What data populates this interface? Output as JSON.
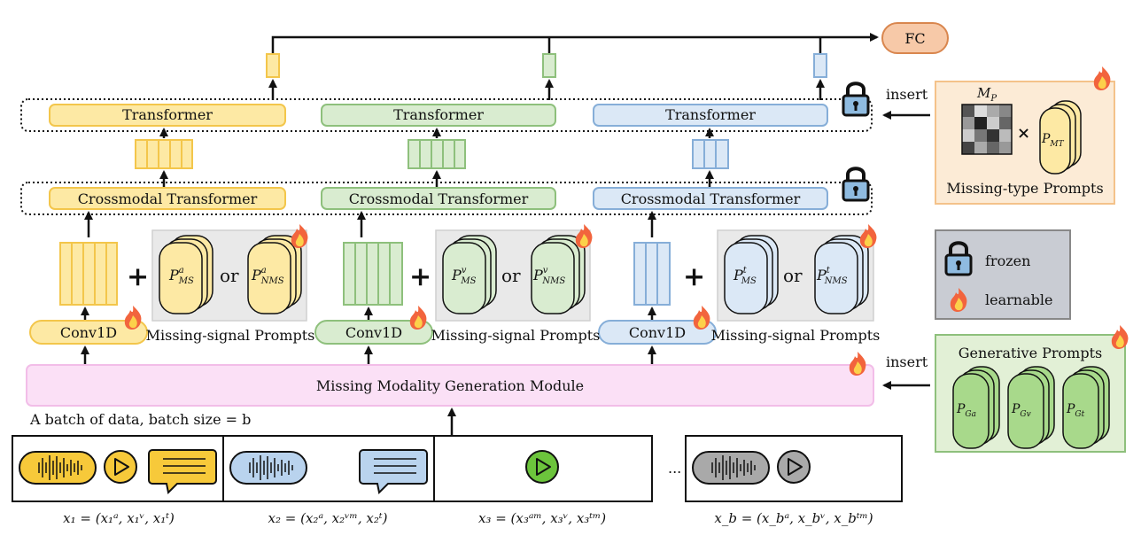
{
  "fc": {
    "label": "FC"
  },
  "transformers": [
    {
      "label": "Transformer"
    },
    {
      "label": "Transformer"
    },
    {
      "label": "Transformer"
    }
  ],
  "crossmodal": [
    {
      "label": "Crossmodal Transformer"
    },
    {
      "label": "Crossmodal Transformer"
    },
    {
      "label": "Crossmodal Transformer"
    }
  ],
  "conv": [
    {
      "label": "Conv1D"
    },
    {
      "label": "Conv1D"
    },
    {
      "label": "Conv1D"
    }
  ],
  "missing_signal": {
    "caption": "Missing-signal Prompts",
    "or_label": "or",
    "groups": [
      {
        "ms_base": "P",
        "ms_sup": "a",
        "ms_sub": "MS",
        "nms_base": "P",
        "nms_sup": "a",
        "nms_sub": "NMS"
      },
      {
        "ms_base": "P",
        "ms_sup": "v",
        "ms_sub": "MS",
        "nms_base": "P",
        "nms_sup": "v",
        "nms_sub": "NMS"
      },
      {
        "ms_base": "P",
        "ms_sup": "t",
        "ms_sub": "MS",
        "nms_base": "P",
        "nms_sup": "t",
        "nms_sub": "NMS"
      }
    ]
  },
  "generation_module": {
    "label": "Missing Modality Generation Module"
  },
  "batch": {
    "caption": "A batch of data, batch size = b",
    "ellipsis": "..."
  },
  "samples": [
    {
      "label": "x₁ = (x₁ᵃ, x₁ᵛ, x₁ᵗ)"
    },
    {
      "label": "x₂ = (x₂ᵃ, x₂ᵛᵐ, x₂ᵗ)"
    },
    {
      "label": "x₃ = (x₃ᵃᵐ, x₃ᵛ, x₃ᵗᵐ)"
    },
    {
      "label": "x_b = (x_bᵃ, x_bᵛ, x_bᵗᵐ)"
    }
  ],
  "missing_type": {
    "insert_label": "insert",
    "mp_base": "M",
    "mp_sub": "P",
    "times": "×",
    "pmt_base": "P",
    "pmt_sub": "MT",
    "caption": "Missing-type Prompts"
  },
  "legend": {
    "frozen": "frozen",
    "learnable": "learnable"
  },
  "generative": {
    "insert_label": "insert",
    "title": "Generative Prompts",
    "prompts": [
      {
        "base": "P",
        "sub": "Ga"
      },
      {
        "base": "P",
        "sub": "Gv"
      },
      {
        "base": "P",
        "sub": "Gt"
      }
    ]
  },
  "colors": {
    "audio": "#fde9a4",
    "audio_stroke": "#f3c64b",
    "vision": "#d9ecd0",
    "vision_stroke": "#8ec07c",
    "text": "#dbe8f6",
    "text_stroke": "#86aed8",
    "pink": "#fbe0f6",
    "pink_stroke": "#f2bde8",
    "fc": "#f7c9a8",
    "fc_stroke": "#d9864e",
    "legend_bg": "#c9ccd3",
    "missing_type_bg": "#fcebd6",
    "generative_bg": "#e2f0d6"
  }
}
